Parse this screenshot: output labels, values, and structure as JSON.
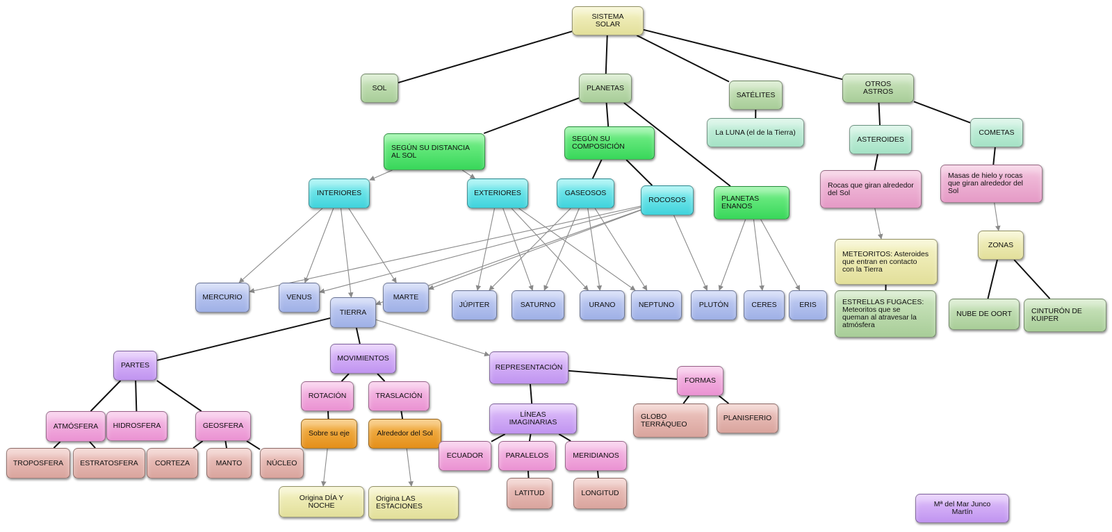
{
  "diagram": {
    "nodes": {
      "sistema_solar": "SISTEMA SOLAR",
      "sol": "SOL",
      "planetas": "PLANETAS",
      "satelites": "SATÉLITES",
      "otros_astros": "OTROS ASTROS",
      "luna": "La LUNA (el de la Tierra)",
      "asteroides": "ASTEROIDES",
      "cometas": "COMETAS",
      "rocas": "Rocas que giran alrededor del Sol",
      "masas": "Masas de hielo y rocas que giran alrededor del Sol",
      "meteoritos": "METEORITOS: Asteroides que entran en contacto con la Tierra",
      "estrellas_fugaces": "ESTRELLAS FUGACES: Meteoritos que se queman al atravesar la atmósfera",
      "zonas": "ZONAS",
      "nube_oort": "NUBE DE OORT",
      "cinturon_kuiper": "CINTURÓN DE KUIPER",
      "segun_distancia": "SEGÚN SU DISTANCIA AL SOL",
      "segun_composicion": "SEGÚN SU COMPOSICIÓN",
      "planetas_enanos": "PLANETAS ENANOS",
      "interiores": "INTERIORES",
      "exteriores": "EXTERIORES",
      "gaseosos": "GASEOSOS",
      "rocosos": "ROCOSOS",
      "mercurio": "MERCURIO",
      "venus": "VENUS",
      "tierra": "TIERRA",
      "marte": "MARTE",
      "jupiter": "JÚPITER",
      "saturno": "SATURNO",
      "urano": "URANO",
      "neptuno": "NEPTUNO",
      "pluton": "PLUTÓN",
      "ceres": "CERES",
      "eris": "ERIS",
      "partes": "PARTES",
      "movimientos": "MOVIMIENTOS",
      "representacion": "REPRESENTACIÓN",
      "atmosfera": "ATMÓSFERA",
      "hidrosfera": "HIDROSFERA",
      "geosfera": "GEOSFERA",
      "troposfera": "TROPOSFERA",
      "estratosfera": "ESTRATOSFERA",
      "corteza": "CORTEZA",
      "manto": "MANTO",
      "nucleo": "NÚCLEO",
      "rotacion": "ROTACIÓN",
      "traslacion": "TRASLACIÓN",
      "sobre_eje": "Sobre su eje",
      "alrededor_sol": "Alrededor del Sol",
      "dia_noche": "Origina DÍA Y NOCHE",
      "estaciones": "Origina LAS ESTACIONES",
      "lineas": "LÍNEAS IMAGINARIAS",
      "formas": "FORMAS",
      "globo": "GLOBO TERRÁQUEO",
      "planisferio": "PLANISFERIO",
      "ecuador": "ECUADOR",
      "paralelos": "PARALELOS",
      "meridianos": "MERIDIANOS",
      "latitud": "LATITUD",
      "longitud": "LONGITUD",
      "autora": "Mª del Mar Junco Martín"
    },
    "edges": [
      [
        "sistema_solar",
        "sol",
        "line"
      ],
      [
        "sistema_solar",
        "planetas",
        "line"
      ],
      [
        "sistema_solar",
        "satelites",
        "line"
      ],
      [
        "sistema_solar",
        "otros_astros",
        "line"
      ],
      [
        "satelites",
        "luna",
        "line"
      ],
      [
        "otros_astros",
        "asteroides",
        "line"
      ],
      [
        "otros_astros",
        "cometas",
        "line"
      ],
      [
        "asteroides",
        "rocas",
        "line"
      ],
      [
        "cometas",
        "masas",
        "line"
      ],
      [
        "rocas",
        "meteoritos",
        "arrow"
      ],
      [
        "meteoritos",
        "estrellas_fugaces",
        "line"
      ],
      [
        "masas",
        "zonas",
        "arrow"
      ],
      [
        "zonas",
        "nube_oort",
        "line"
      ],
      [
        "zonas",
        "cinturon_kuiper",
        "line"
      ],
      [
        "planetas",
        "segun_distancia",
        "line"
      ],
      [
        "planetas",
        "segun_composicion",
        "line"
      ],
      [
        "planetas",
        "planetas_enanos",
        "line"
      ],
      [
        "segun_distancia",
        "interiores",
        "arrow"
      ],
      [
        "segun_distancia",
        "exteriores",
        "arrow"
      ],
      [
        "segun_composicion",
        "gaseosos",
        "line"
      ],
      [
        "segun_composicion",
        "rocosos",
        "line"
      ],
      [
        "interiores",
        "mercurio",
        "arrow"
      ],
      [
        "interiores",
        "venus",
        "arrow"
      ],
      [
        "interiores",
        "tierra",
        "arrow"
      ],
      [
        "interiores",
        "marte",
        "arrow"
      ],
      [
        "exteriores",
        "jupiter",
        "arrow"
      ],
      [
        "exteriores",
        "saturno",
        "arrow"
      ],
      [
        "exteriores",
        "urano",
        "arrow"
      ],
      [
        "exteriores",
        "neptuno",
        "arrow"
      ],
      [
        "gaseosos",
        "jupiter",
        "arrow"
      ],
      [
        "gaseosos",
        "saturno",
        "arrow"
      ],
      [
        "gaseosos",
        "urano",
        "arrow"
      ],
      [
        "gaseosos",
        "neptuno",
        "arrow"
      ],
      [
        "rocosos",
        "mercurio",
        "arrow"
      ],
      [
        "rocosos",
        "venus",
        "arrow"
      ],
      [
        "rocosos",
        "tierra",
        "arrow"
      ],
      [
        "rocosos",
        "marte",
        "arrow"
      ],
      [
        "rocosos",
        "pluton",
        "arrow"
      ],
      [
        "planetas_enanos",
        "pluton",
        "arrow"
      ],
      [
        "planetas_enanos",
        "ceres",
        "arrow"
      ],
      [
        "planetas_enanos",
        "eris",
        "arrow"
      ],
      [
        "tierra",
        "partes",
        "line"
      ],
      [
        "tierra",
        "movimientos",
        "line"
      ],
      [
        "tierra",
        "representacion",
        "arrow"
      ],
      [
        "partes",
        "atmosfera",
        "line"
      ],
      [
        "partes",
        "hidrosfera",
        "line"
      ],
      [
        "partes",
        "geosfera",
        "line"
      ],
      [
        "atmosfera",
        "troposfera",
        "line"
      ],
      [
        "atmosfera",
        "estratosfera",
        "line"
      ],
      [
        "geosfera",
        "corteza",
        "line"
      ],
      [
        "geosfera",
        "manto",
        "line"
      ],
      [
        "geosfera",
        "nucleo",
        "line"
      ],
      [
        "movimientos",
        "rotacion",
        "line"
      ],
      [
        "movimientos",
        "traslacion",
        "line"
      ],
      [
        "rotacion",
        "sobre_eje",
        "line"
      ],
      [
        "traslacion",
        "alrededor_sol",
        "line"
      ],
      [
        "sobre_eje",
        "dia_noche",
        "arrow"
      ],
      [
        "alrededor_sol",
        "estaciones",
        "arrow"
      ],
      [
        "representacion",
        "lineas",
        "line"
      ],
      [
        "representacion",
        "formas",
        "line"
      ],
      [
        "formas",
        "globo",
        "line"
      ],
      [
        "formas",
        "planisferio",
        "line"
      ],
      [
        "lineas",
        "ecuador",
        "line"
      ],
      [
        "lineas",
        "paralelos",
        "line"
      ],
      [
        "lineas",
        "meridianos",
        "line"
      ],
      [
        "paralelos",
        "latitud",
        "line"
      ],
      [
        "meridianos",
        "longitud",
        "line"
      ]
    ]
  }
}
